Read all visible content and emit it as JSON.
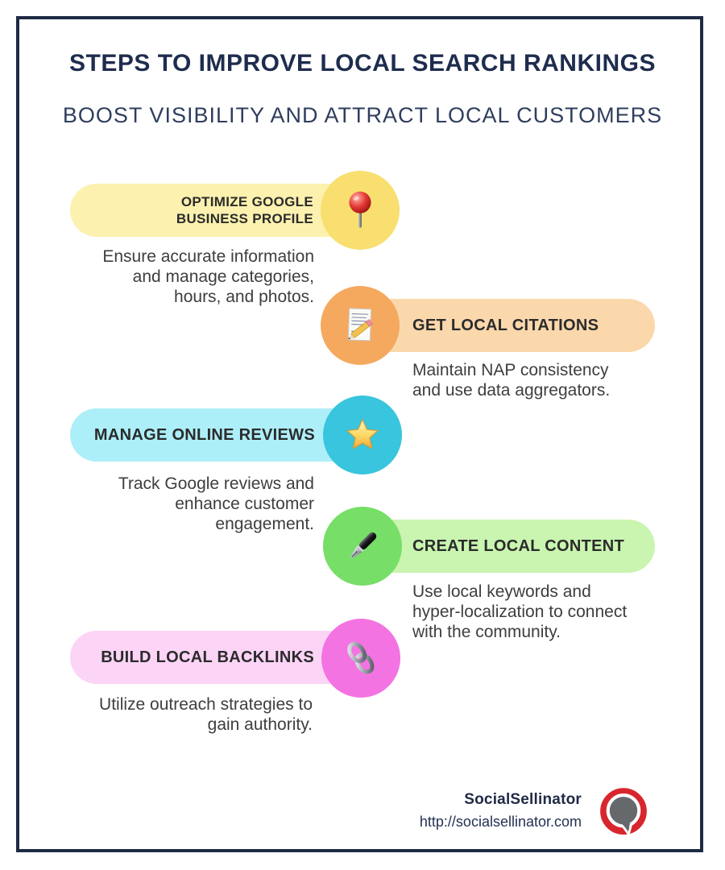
{
  "header": {
    "title": "STEPS TO IMPROVE LOCAL SEARCH RANKINGS",
    "subtitle": "BOOST VISIBILITY AND ATTRACT LOCAL CUSTOMERS"
  },
  "steps": [
    {
      "title": "OPTIMIZE GOOGLE BUSINESS PROFILE",
      "description_lines": [
        "Ensure accurate information",
        "and manage categories,",
        "hours, and photos."
      ],
      "icon": "pushpin-icon",
      "pill_color": "#FCF1AF",
      "circle_color": "#F8DF6F",
      "side": "left"
    },
    {
      "title": "GET LOCAL CITATIONS",
      "description_lines": [
        "Maintain NAP consistency",
        "and use data aggregators."
      ],
      "icon": "memo-pencil-icon",
      "pill_color": "#FBD8AC",
      "circle_color": "#F5A95E",
      "side": "right"
    },
    {
      "title": "MANAGE ONLINE REVIEWS",
      "description_lines": [
        "Track Google reviews and",
        "enhance customer",
        "engagement."
      ],
      "icon": "star-icon",
      "pill_color": "#ADEFF8",
      "circle_color": "#38C5DD",
      "side": "left"
    },
    {
      "title": "CREATE LOCAL CONTENT",
      "description_lines": [
        "Use local keywords and",
        "hyper-localization to connect",
        "with the community."
      ],
      "icon": "pen-icon",
      "pill_color": "#C9F5B0",
      "circle_color": "#77DE67",
      "side": "right"
    },
    {
      "title": "BUILD LOCAL BACKLINKS",
      "description_lines": [
        "Utilize outreach strategies to",
        "gain authority."
      ],
      "icon": "chain-link-icon",
      "pill_color": "#FBD4F6",
      "circle_color": "#F473E2",
      "side": "left"
    }
  ],
  "footer": {
    "brand": "SocialSellinator",
    "url": "http://socialsellinator.com",
    "logo": "socialsellinator-logo"
  },
  "colors": {
    "frame_border": "#1F2A44",
    "title_text": "#1E2C4E",
    "subtitle_text": "#2F3E5E",
    "step_title_text": "#2B2B2B",
    "description_text": "#3E3E3E",
    "logo_red": "#D8262E",
    "logo_gray": "#66696C",
    "background": "#FFFFFF"
  }
}
